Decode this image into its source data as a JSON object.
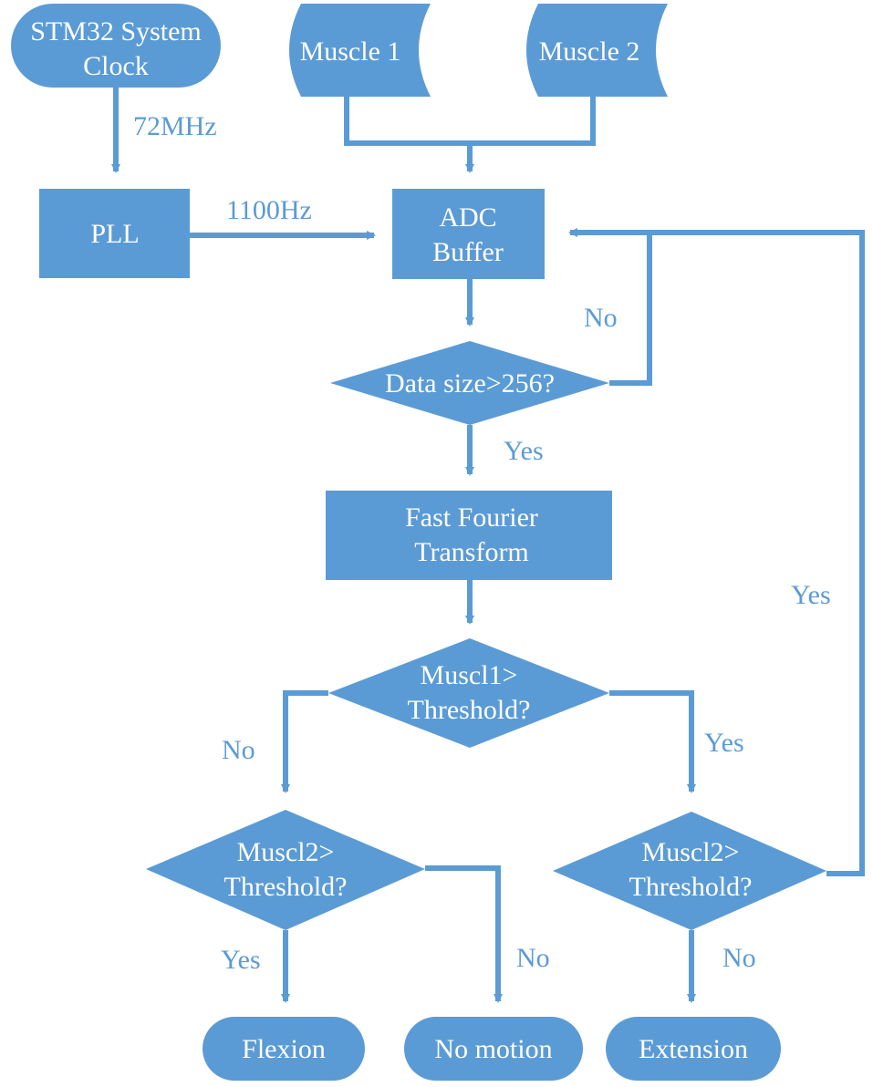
{
  "nodes": {
    "clock": [
      "STM32 System",
      "Clock"
    ],
    "muscle1": "Muscle 1",
    "muscle2": "Muscle 2",
    "pll": "PLL",
    "adc": [
      "ADC",
      "Buffer"
    ],
    "datasize": "Data size>256?",
    "fft": [
      "Fast Fourier",
      "Transform"
    ],
    "m1thresh": [
      "Muscl1>",
      "Threshold?"
    ],
    "m2left": [
      "Muscl2>",
      "Threshold?"
    ],
    "m2right": [
      "Muscl2>",
      "Threshold?"
    ],
    "flexion": "Flexion",
    "nomotion": "No motion",
    "extension": "Extension"
  },
  "edges": {
    "clock_pll": "72MHz",
    "pll_adc": "1100Hz",
    "datasize_no": "No",
    "datasize_yes": "Yes",
    "loop_yes": "Yes",
    "m1_no": "No",
    "m1_yes": "Yes",
    "m2left_yes": "Yes",
    "m2left_no": "No",
    "m2right_no": "No"
  },
  "colors": {
    "node_fill": "#5b9bd5",
    "node_text": "#ffffff",
    "edge": "#5b9bd5"
  }
}
